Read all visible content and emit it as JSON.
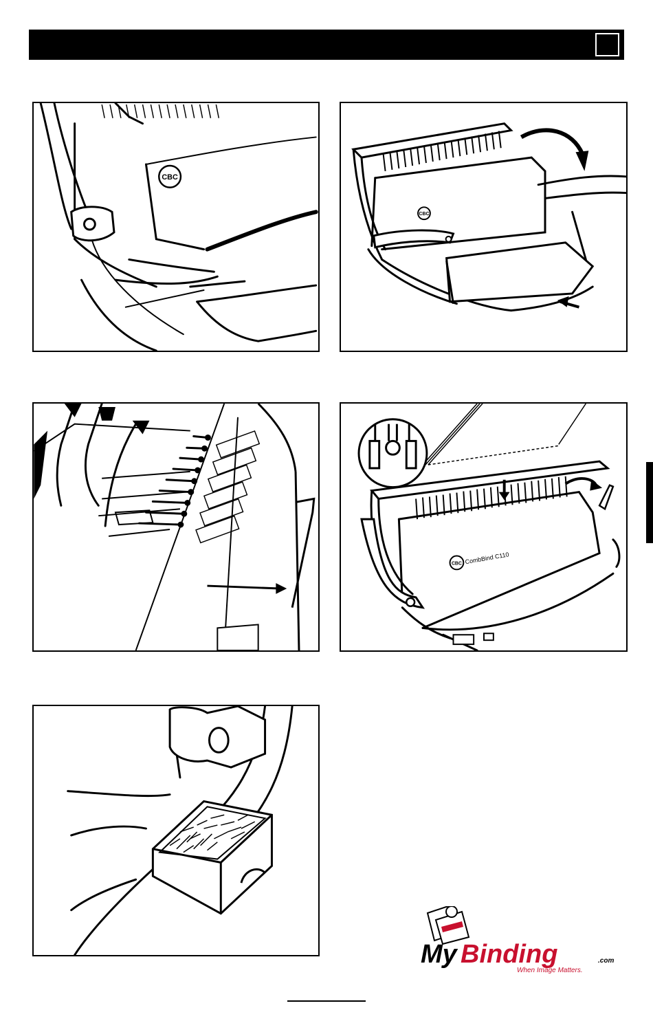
{
  "header": {
    "title": ""
  },
  "panels": {
    "p1": {
      "brand_mark": "CBC"
    },
    "p2": {
      "brand_mark": "CBC"
    },
    "p4": {
      "brand_mark": "CBC",
      "model_label": "CombBind C110"
    }
  },
  "logo": {
    "name_my": "My",
    "name_binding": "Binding",
    "domain": ".com",
    "tagline": "When Image Matters."
  },
  "colors": {
    "brand_red": "#c8102e",
    "ink": "#000000",
    "paper": "#ffffff"
  }
}
